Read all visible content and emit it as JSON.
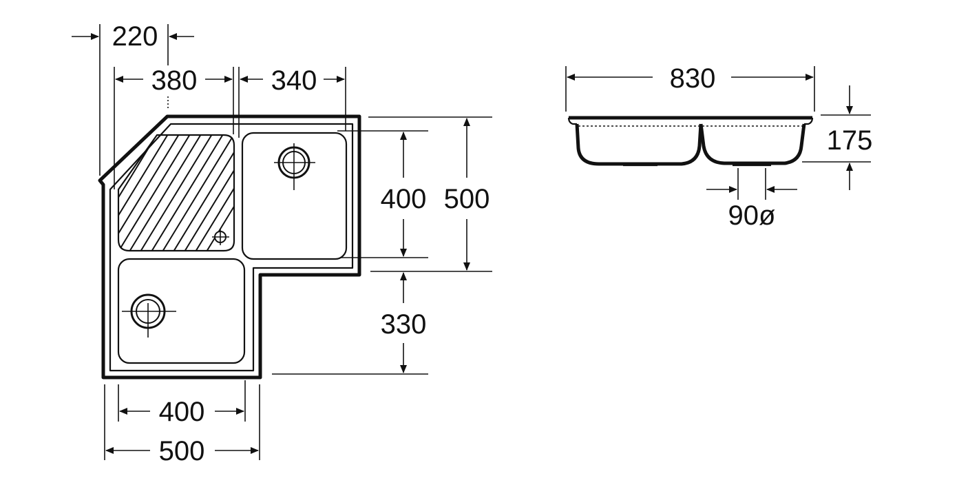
{
  "diagram": {
    "colors": {
      "line": "#111111",
      "background": "#ffffff"
    },
    "top_view": {
      "dims": {
        "w220": "220",
        "w380": "380",
        "w340": "340",
        "h400": "400",
        "h500": "500",
        "h330": "330",
        "w400": "400",
        "w500": "500"
      }
    },
    "side_view": {
      "dims": {
        "w830": "830",
        "h175": "175",
        "drain": "90ø"
      }
    }
  }
}
